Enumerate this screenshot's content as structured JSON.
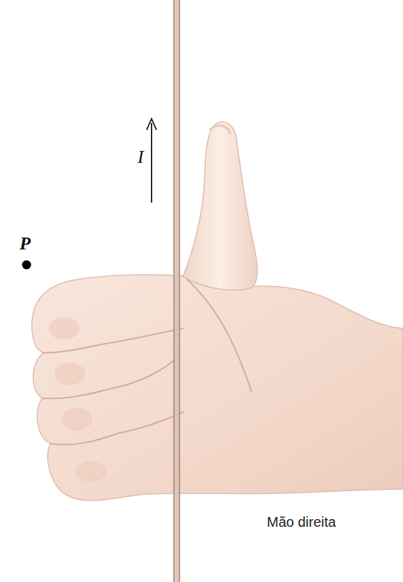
{
  "diagram": {
    "labels": [
      "I",
      "P",
      "Mão direita"
    ]
  }
}
